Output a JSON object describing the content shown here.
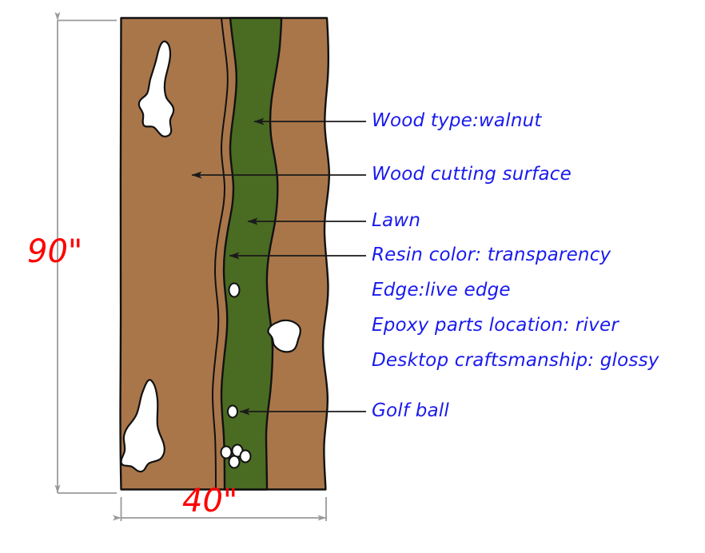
{
  "drawing": {
    "title": "Epoxy river table wood slab specification drawing",
    "colors": {
      "wood": "#a9764a",
      "wood_sliver": "#a9764a",
      "resin_river": "#4a6b22",
      "outline": "#000000",
      "void_fill": "#ffffff",
      "annotation_text": "#1a1aee",
      "dimension_text": "#ff0000",
      "leader_line": "#1a1a1a",
      "dimension_line": "#9a9a9a"
    }
  },
  "dimensions": {
    "height_label": "90\"",
    "width_label": "40\""
  },
  "annotations": [
    {
      "id": "wood-type",
      "label": "Wood type:walnut",
      "has_leader": true
    },
    {
      "id": "wood-cutting-surface",
      "label": "Wood cutting surface",
      "has_leader": true
    },
    {
      "id": "lawn",
      "label": "Lawn",
      "has_leader": true
    },
    {
      "id": "resin-color",
      "label": "Resin color: transparency",
      "has_leader": true
    },
    {
      "id": "edge",
      "label": "Edge:live edge",
      "has_leader": false
    },
    {
      "id": "epoxy-parts-location",
      "label": "Epoxy parts location: river",
      "has_leader": false
    },
    {
      "id": "desktop-craftsmanship",
      "label": "Desktop craftsmanship: glossy",
      "has_leader": false
    },
    {
      "id": "golf-ball",
      "label": "Golf ball",
      "has_leader": true
    }
  ],
  "features": {
    "wood_voids": 3,
    "golf_balls": 6,
    "golf_ball_cluster_count": 4
  }
}
